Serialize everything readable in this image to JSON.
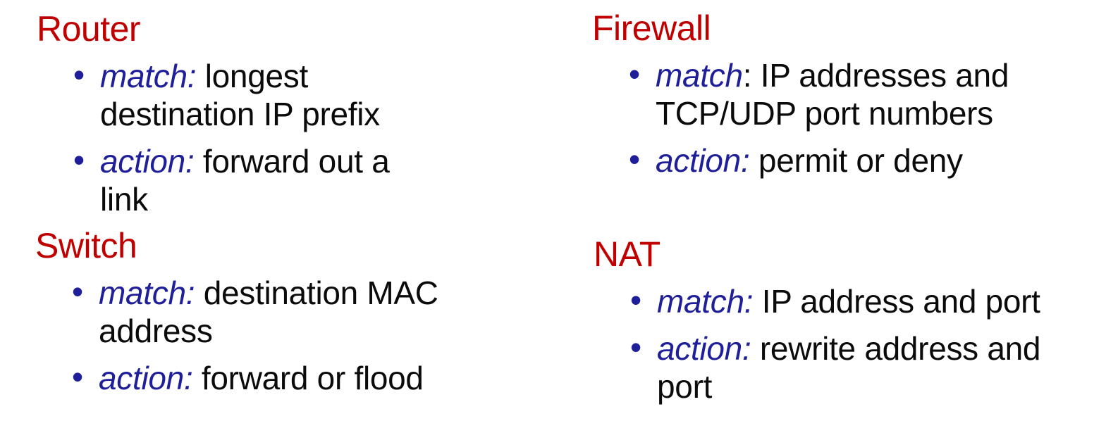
{
  "style": {
    "heading_color": "#C00000",
    "em_color": "#1F1F99",
    "text_color": "#0B0B0B",
    "background": "#FFFFFF",
    "bullet_char": "•"
  },
  "sections": [
    {
      "title": "Router",
      "bullets": [
        {
          "lead": "match:",
          "rest": " longest\ndestination IP prefix"
        },
        {
          "lead": "action:",
          "rest": " forward out a\nlink"
        }
      ]
    },
    {
      "title": "Switch",
      "bullets": [
        {
          "lead": "match:",
          "rest": " destination MAC\naddress"
        },
        {
          "lead": "action:",
          "rest": " forward or flood"
        }
      ]
    },
    {
      "title": "Firewall",
      "bullets": [
        {
          "lead": "match",
          "rest": ": IP addresses and\nTCP/UDP port numbers"
        },
        {
          "lead": "action:",
          "rest": " permit or deny"
        }
      ]
    },
    {
      "title": "NAT",
      "bullets": [
        {
          "lead": "match:",
          "rest": " IP address and port"
        },
        {
          "lead": "action:",
          "rest": " rewrite address and\nport"
        }
      ]
    }
  ]
}
